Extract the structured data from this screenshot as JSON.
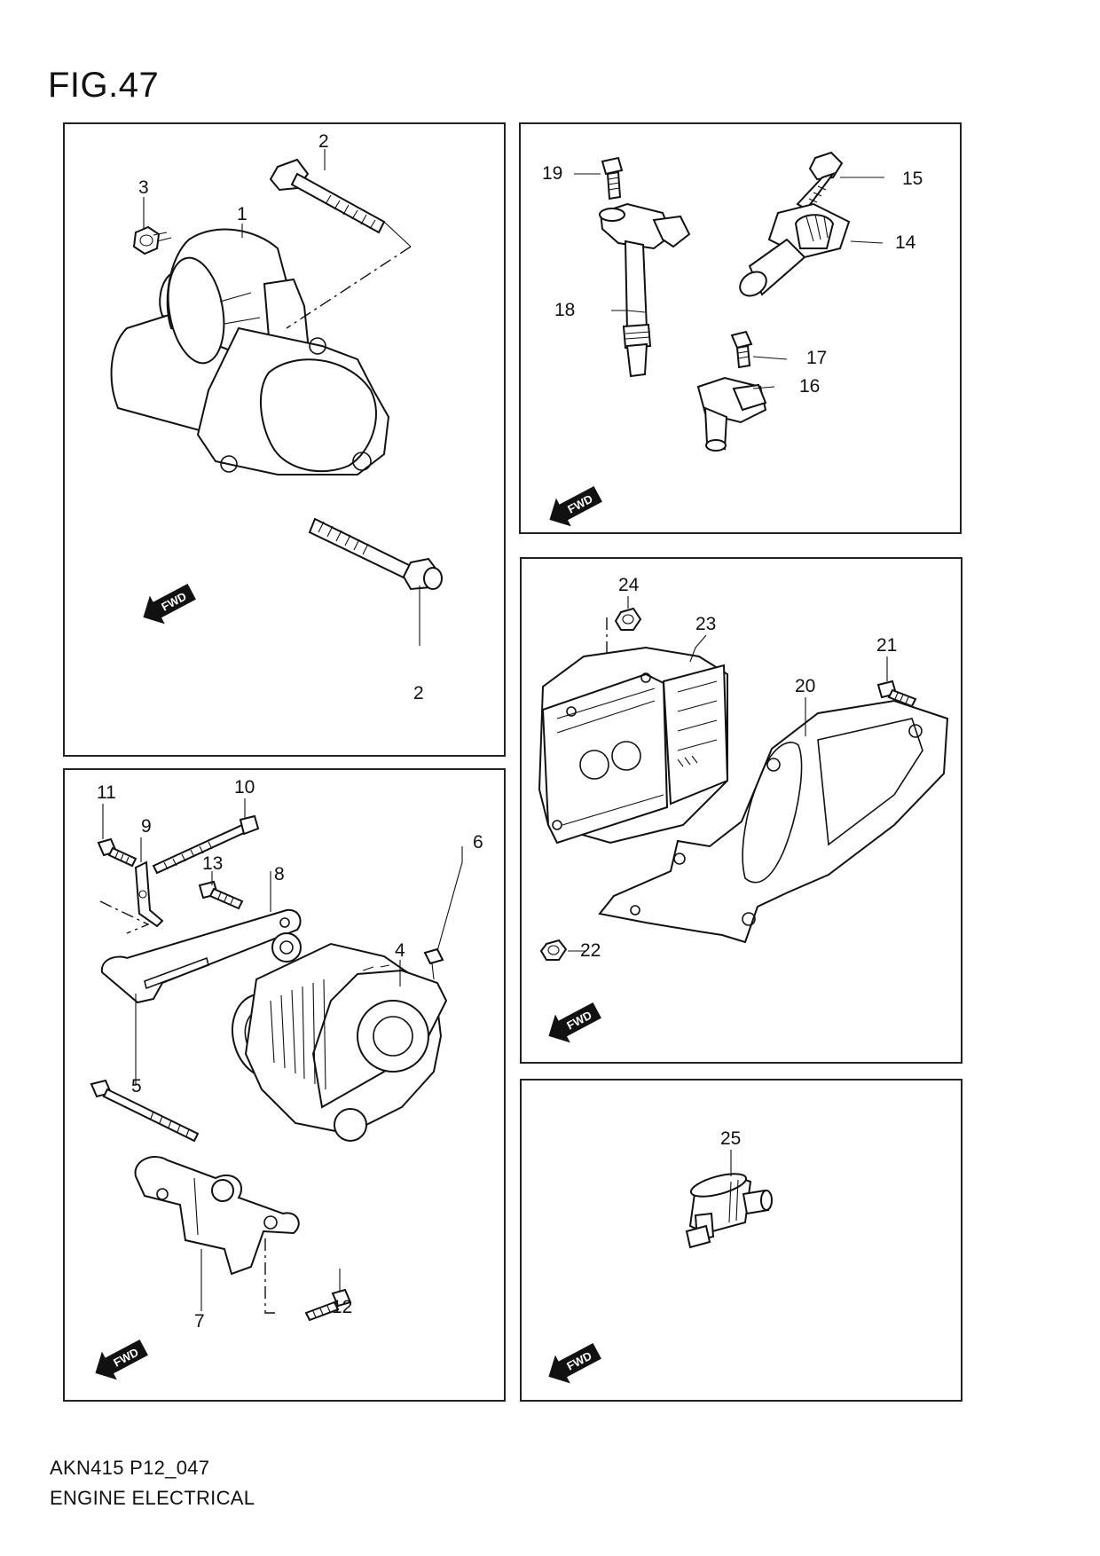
{
  "figure": {
    "title": "FIG.47"
  },
  "footer": {
    "code": "AKN415 P12_047",
    "name": "ENGINE ELECTRICAL"
  },
  "fwd_label": "FWD",
  "panels": {
    "starter": {
      "callouts": {
        "c1": "1",
        "c2a": "2",
        "c2b": "2",
        "c3": "3"
      }
    },
    "sensors": {
      "callouts": {
        "c14": "14",
        "c15": "15",
        "c16": "16",
        "c17": "17",
        "c18": "18",
        "c19": "19"
      }
    },
    "alternator": {
      "callouts": {
        "c4": "4",
        "c5": "5",
        "c6": "6",
        "c7": "7",
        "c8": "8",
        "c9": "9",
        "c10": "10",
        "c11": "11",
        "c12": "12",
        "c13": "13"
      }
    },
    "ecm": {
      "callouts": {
        "c20": "20",
        "c21": "21",
        "c22": "22",
        "c23": "23",
        "c24": "24"
      }
    },
    "switch": {
      "callouts": {
        "c25": "25"
      }
    }
  }
}
